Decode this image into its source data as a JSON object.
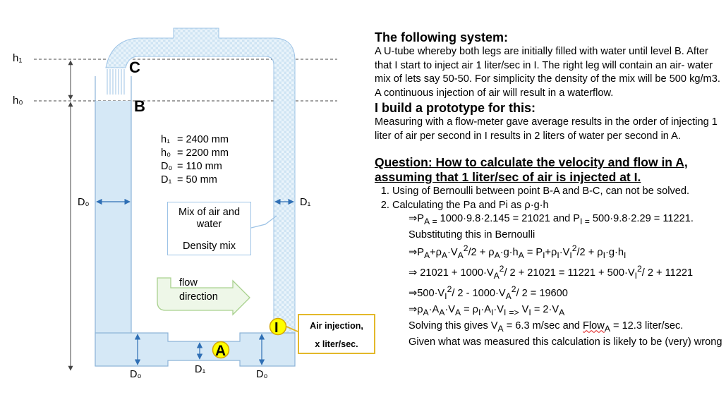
{
  "diagram": {
    "labels": {
      "h1": "h₁",
      "h0": "h₀",
      "point_c": "C",
      "point_b": "B",
      "point_a": "A",
      "point_i": "I",
      "d0_left": "D₀",
      "d1_right": "D₁",
      "d0_bottom_left": "D₀",
      "d1_bottom_mid": "D₁",
      "d0_bottom_right": "D₀"
    },
    "parameters": [
      {
        "symbol": "h₁",
        "value": "= 2400 mm"
      },
      {
        "symbol": "h₀",
        "value": "= 2200 mm"
      },
      {
        "symbol": "D₀",
        "value": "= 110 mm"
      },
      {
        "symbol": "D₁",
        "value": "= 50 mm"
      }
    ],
    "callout": {
      "line1": "Mix of air and",
      "line2": "water",
      "line3": "Density mix"
    },
    "flow": {
      "line1": "flow",
      "line2": "direction"
    },
    "air_injection": {
      "line1": "Air injection,",
      "line2": "x liter/sec."
    },
    "colors": {
      "water": "#d5e8f6",
      "pipe_border": "#8db4d8",
      "highlight": "#ffff00",
      "box_border": "#e3b82a"
    }
  },
  "text": {
    "s1_heading": "The following system:",
    "s1_body": "A U-tube whereby both legs are initially filled with water until level B. After that I start to inject air 1 liter/sec in I. The right leg will contain an air- water mix of lets say 50-50. For simplicity the density of the mix will be 500 kg/m3. A continuous injection of air will result in a waterflow.",
    "s2_heading": "I build a prototype for this:",
    "s2_body": "Measuring with a flow-meter gave average results in the order of injecting 1 liter of air per second in I results in 2 liters of water per second in A.",
    "s3_heading": "Question: How to calculate the velocity and flow in A, assuming that 1 liter/sec of air is injected at I.",
    "item1": "Using of Bernoulli between point B-A and B-C, can not be solved.",
    "item2": "Calculating the Pa and Pi as ρ·g·h",
    "calc": [
      "⇒P_A = 1000·9.8·2.145 = 21021 and P_I = 500·9.8·2.29 = 11221.",
      "Substituting this in Bernoulli",
      "⇒P_A+ρ_A·V_A²/2 + ρ_A·g·h_A = P_I+ρ_I·V_I²/2 + ρ_I·g·h_I",
      "⇒ 21021 + 1000·V_A²/ 2 + 21021 = 11221 + 500·V_I²/ 2 + 11221",
      "⇒500·V_I²/ 2 - 1000·V_A²/ 2 = 19600",
      "⇒ρ_A·A_A·V_A = ρ_I·A_I·V_I => V_I = 2·V_A",
      "Solving this gives V_A = 6.3 m/sec and Flow_A = 12.3 liter/sec.",
      "Given what was measured this calculation is likely to be (very) wrong"
    ]
  }
}
